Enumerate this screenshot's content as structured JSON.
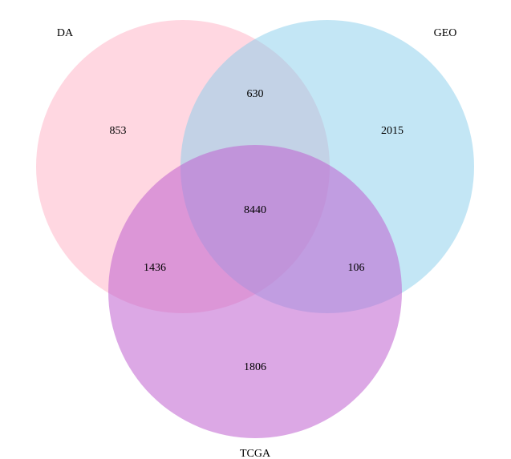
{
  "sets": [
    {
      "id": "da",
      "label": "DA",
      "color": "#ffb6c8",
      "opacity": 0.55
    },
    {
      "id": "geo",
      "label": "GEO",
      "color": "#87ceeb",
      "opacity": 0.5
    },
    {
      "id": "tcga",
      "label": "TCGA",
      "color": "#c060d0",
      "opacity": 0.55
    }
  ],
  "regions": {
    "da_only": "853",
    "geo_only": "2015",
    "tcga_only": "1806",
    "da_geo": "630",
    "da_tcga": "1436",
    "geo_tcga": "106",
    "all": "8440"
  }
}
